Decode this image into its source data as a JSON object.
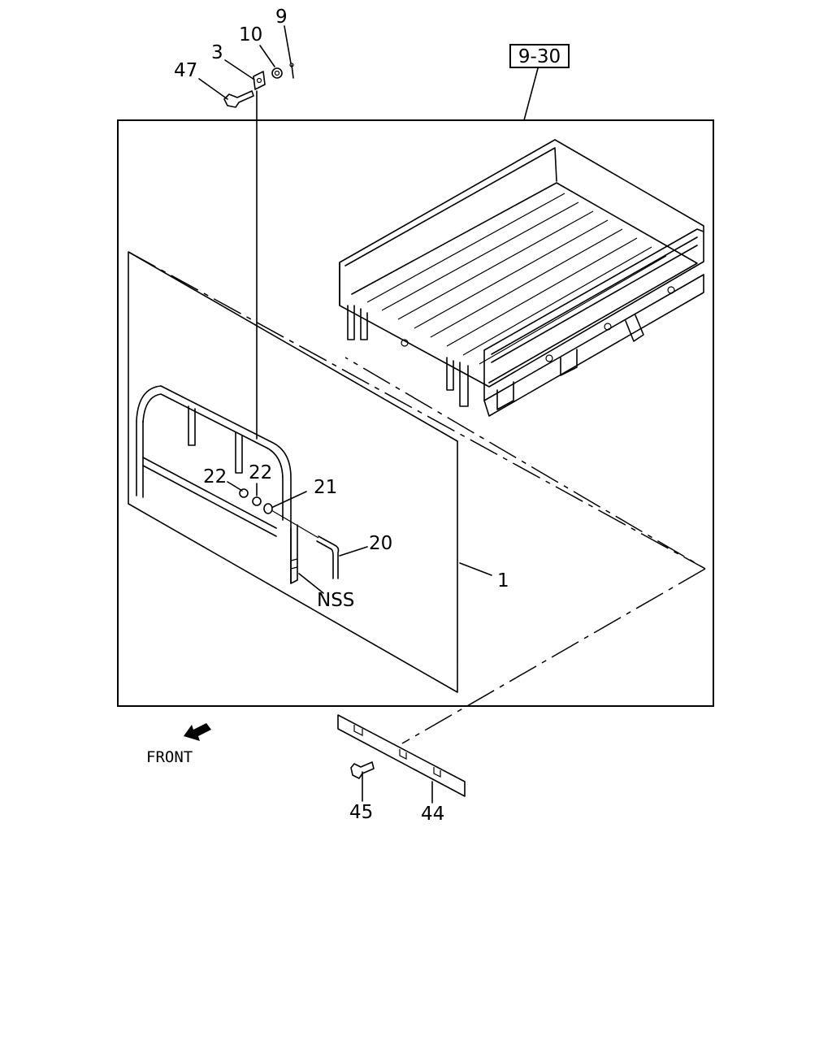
{
  "ref_box_label": "9-30",
  "front_label": "FRONT",
  "nss_label": "NSS",
  "callouts": {
    "p1": "1",
    "p3": "3",
    "p9": "9",
    "p10": "10",
    "p20": "20",
    "p21": "21",
    "p22a": "22",
    "p22b": "22",
    "p44": "44",
    "p45": "45",
    "p47": "47"
  },
  "colors": {
    "ink": "#000000",
    "paper": "#ffffff"
  }
}
